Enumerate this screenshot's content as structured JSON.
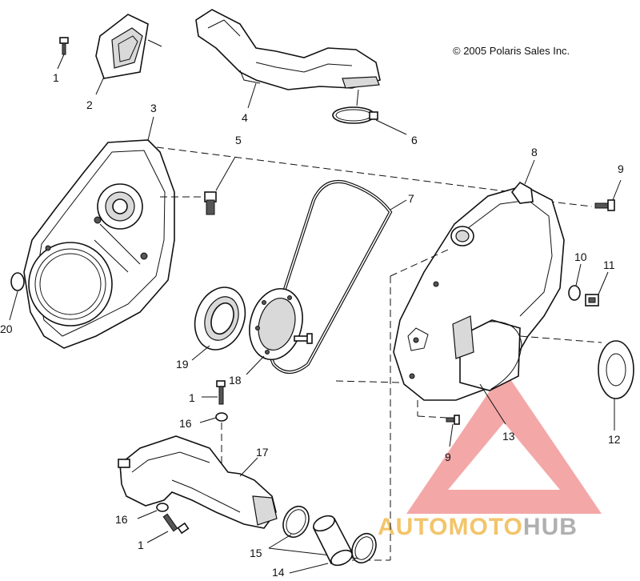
{
  "copyright": "© 2005 Polaris Sales Inc.",
  "watermark": {
    "text_a": "AUTOMOTO",
    "text_b": "HUB",
    "color_a": "#f3c46a",
    "color_b": "#b0b0b0",
    "triangle_color": "#f08a8a"
  },
  "callouts": {
    "c1a": "1",
    "c2": "2",
    "c3": "3",
    "c4": "4",
    "c5": "5",
    "c6": "6",
    "c7": "7",
    "c8": "8",
    "c9a": "9",
    "c10": "10",
    "c11": "11",
    "c12": "12",
    "c13": "13",
    "c9b": "9",
    "c20": "20",
    "c19": "19",
    "c18": "18",
    "c1b": "1",
    "c16a": "16",
    "c17": "17",
    "c16b": "16",
    "c1c": "1",
    "c15": "15",
    "c14": "14"
  }
}
